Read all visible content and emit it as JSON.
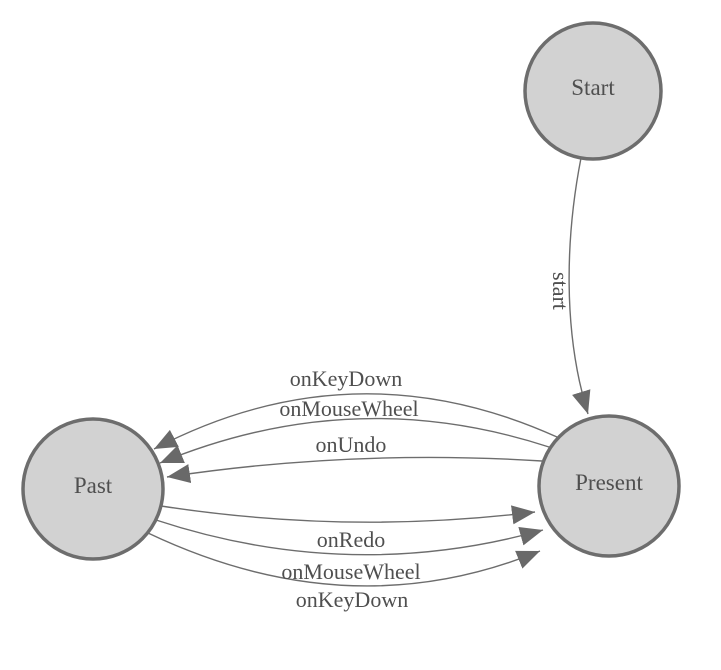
{
  "colors": {
    "background": "#ffffff",
    "node_fill": "#d2d2d2",
    "node_stroke": "#6d6d6d",
    "edge_stroke": "#6d6d6d",
    "arrow_fill": "#696969",
    "text": "#4f4f4f"
  },
  "nodes": [
    {
      "id": "start",
      "label": "Start"
    },
    {
      "id": "past",
      "label": "Past"
    },
    {
      "id": "present",
      "label": "Present"
    }
  ],
  "edges": [
    {
      "from": "start",
      "to": "present",
      "label": "start"
    },
    {
      "from": "present",
      "to": "past",
      "label": "onKeyDown"
    },
    {
      "from": "present",
      "to": "past",
      "label": "onMouseWheel"
    },
    {
      "from": "present",
      "to": "past",
      "label": "onUndo"
    },
    {
      "from": "past",
      "to": "present",
      "label": "onRedo"
    },
    {
      "from": "past",
      "to": "present",
      "label": "onMouseWheel"
    },
    {
      "from": "past",
      "to": "present",
      "label": "onKeyDown"
    }
  ]
}
